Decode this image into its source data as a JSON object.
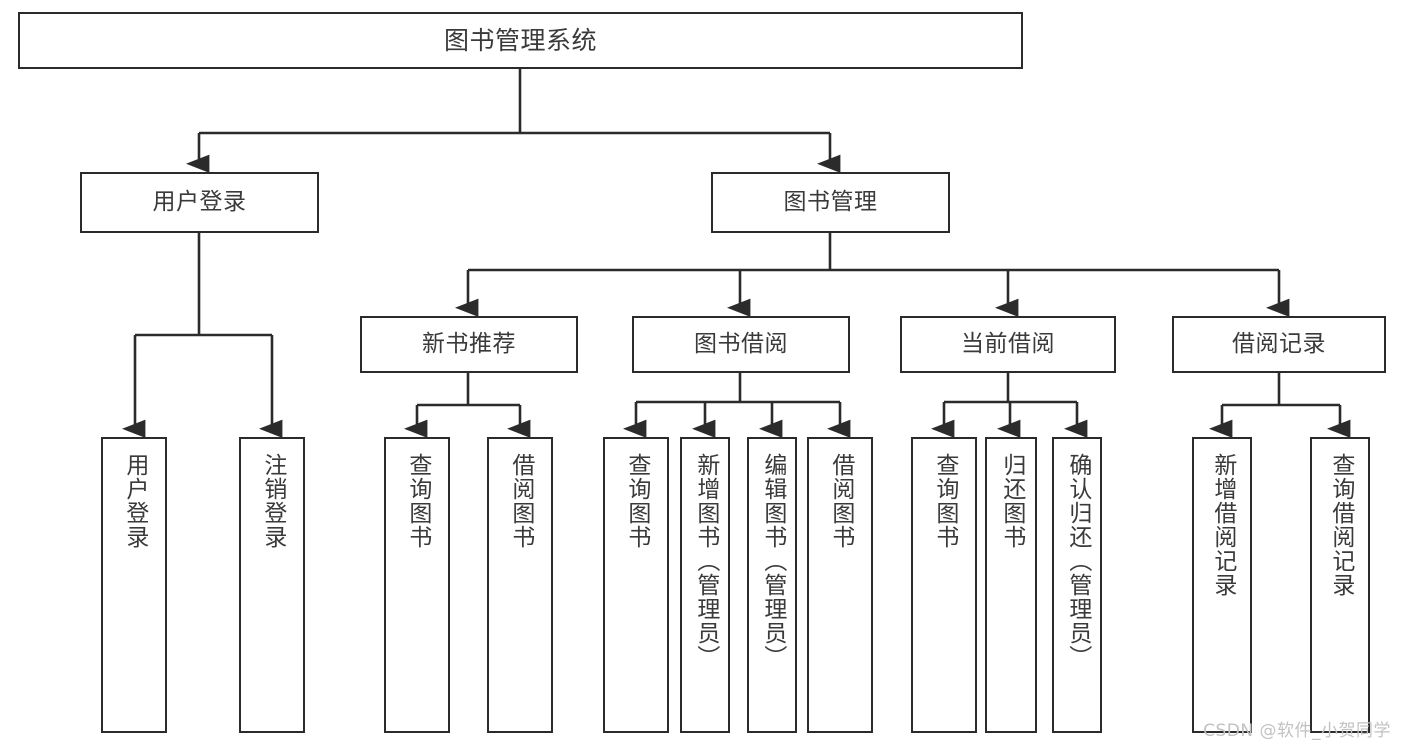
{
  "diagram": {
    "type": "tree-hierarchy",
    "title": "图书管理系统",
    "orientation": "top-down",
    "colors": {
      "node_border": "#2b2b2b",
      "node_fill": "#ffffff",
      "text": "#3a3a3a",
      "connector": "#2b2b2b",
      "watermark": "#c2c2c2",
      "background": "#ffffff"
    },
    "watermark": "CSDN @软件_小贺同学",
    "nodes": {
      "root": {
        "label": "图书管理系统",
        "level": 0
      },
      "level1": [
        {
          "id": "user-login",
          "label": "用户登录"
        },
        {
          "id": "book-manage",
          "label": "图书管理"
        }
      ],
      "level2": [
        {
          "id": "new-book-recommend",
          "label": "新书推荐",
          "parent": "book-manage"
        },
        {
          "id": "book-borrow",
          "label": "图书借阅",
          "parent": "book-manage"
        },
        {
          "id": "current-borrow",
          "label": "当前借阅",
          "parent": "book-manage"
        },
        {
          "id": "borrow-record",
          "label": "借阅记录",
          "parent": "book-manage"
        }
      ],
      "leaves": [
        {
          "id": "leaf-user-login",
          "label": "用户登录",
          "parent": "user-login"
        },
        {
          "id": "leaf-user-logout",
          "label": "注销登录",
          "parent": "user-login"
        },
        {
          "id": "leaf-query-book-1",
          "label": "查询图书",
          "parent": "new-book-recommend"
        },
        {
          "id": "leaf-borrow-book-1",
          "label": "借阅图书",
          "parent": "new-book-recommend"
        },
        {
          "id": "leaf-query-book-2",
          "label": "查询图书",
          "parent": "book-borrow"
        },
        {
          "id": "leaf-add-book",
          "label": "新增图书（管理员）",
          "parent": "book-borrow"
        },
        {
          "id": "leaf-edit-book",
          "label": "编辑图书（管理员）",
          "parent": "book-borrow"
        },
        {
          "id": "leaf-borrow-book-2",
          "label": "借阅图书",
          "parent": "book-borrow"
        },
        {
          "id": "leaf-query-book-3",
          "label": "查询图书",
          "parent": "current-borrow"
        },
        {
          "id": "leaf-return-book",
          "label": "归还图书",
          "parent": "current-borrow"
        },
        {
          "id": "leaf-confirm-return",
          "label": "确认归还（管理员）",
          "parent": "current-borrow"
        },
        {
          "id": "leaf-add-record",
          "label": "新增借阅记录",
          "parent": "borrow-record"
        },
        {
          "id": "leaf-query-record",
          "label": "查询借阅记录",
          "parent": "borrow-record"
        }
      ]
    }
  }
}
